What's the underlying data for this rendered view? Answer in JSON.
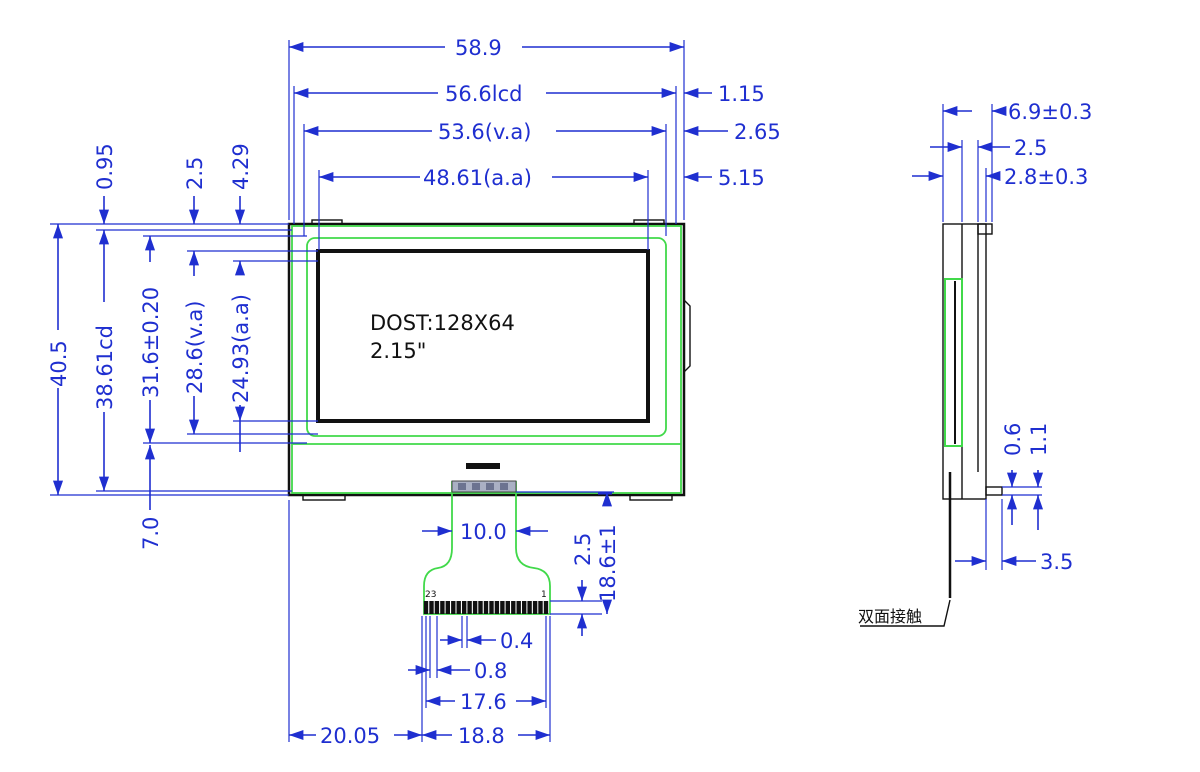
{
  "display": {
    "model_label": "DOST:128X64",
    "size_label": "2.15\""
  },
  "front_dimensions": {
    "overall_width": "58.9",
    "lcd_width": "56.6lcd",
    "va_width": "53.6(v.a)",
    "aa_width": "48.61(a.a)",
    "right_offset_1": "1.15",
    "right_offset_2": "2.65",
    "right_offset_3": "5.15",
    "overall_height": "40.5",
    "lcd_height": "38.61cd",
    "height_316": "31.6±0.20",
    "va_height": "28.6(v.a)",
    "aa_height": "24.93(a.a)",
    "top_offset_1": "0.95",
    "top_offset_2": "2.5",
    "top_offset_3": "4.29",
    "bottom_offset": "7.0"
  },
  "fpc_dimensions": {
    "neck_width": "10.0",
    "gap": "2.5",
    "length": "18.6±1",
    "pitch_04": "0.4",
    "pitch_08": "0.8",
    "pins_span": "17.6",
    "tail_width": "18.8",
    "left_offset": "20.05",
    "pin_left": "23",
    "pin_right": "1"
  },
  "side_dimensions": {
    "thickness": "6.9±0.3",
    "d_25": "2.5",
    "d_28": "2.8±0.3",
    "d_06": "0.6",
    "d_11": "1.1",
    "d_35": "3.5",
    "note": "双面接触"
  }
}
